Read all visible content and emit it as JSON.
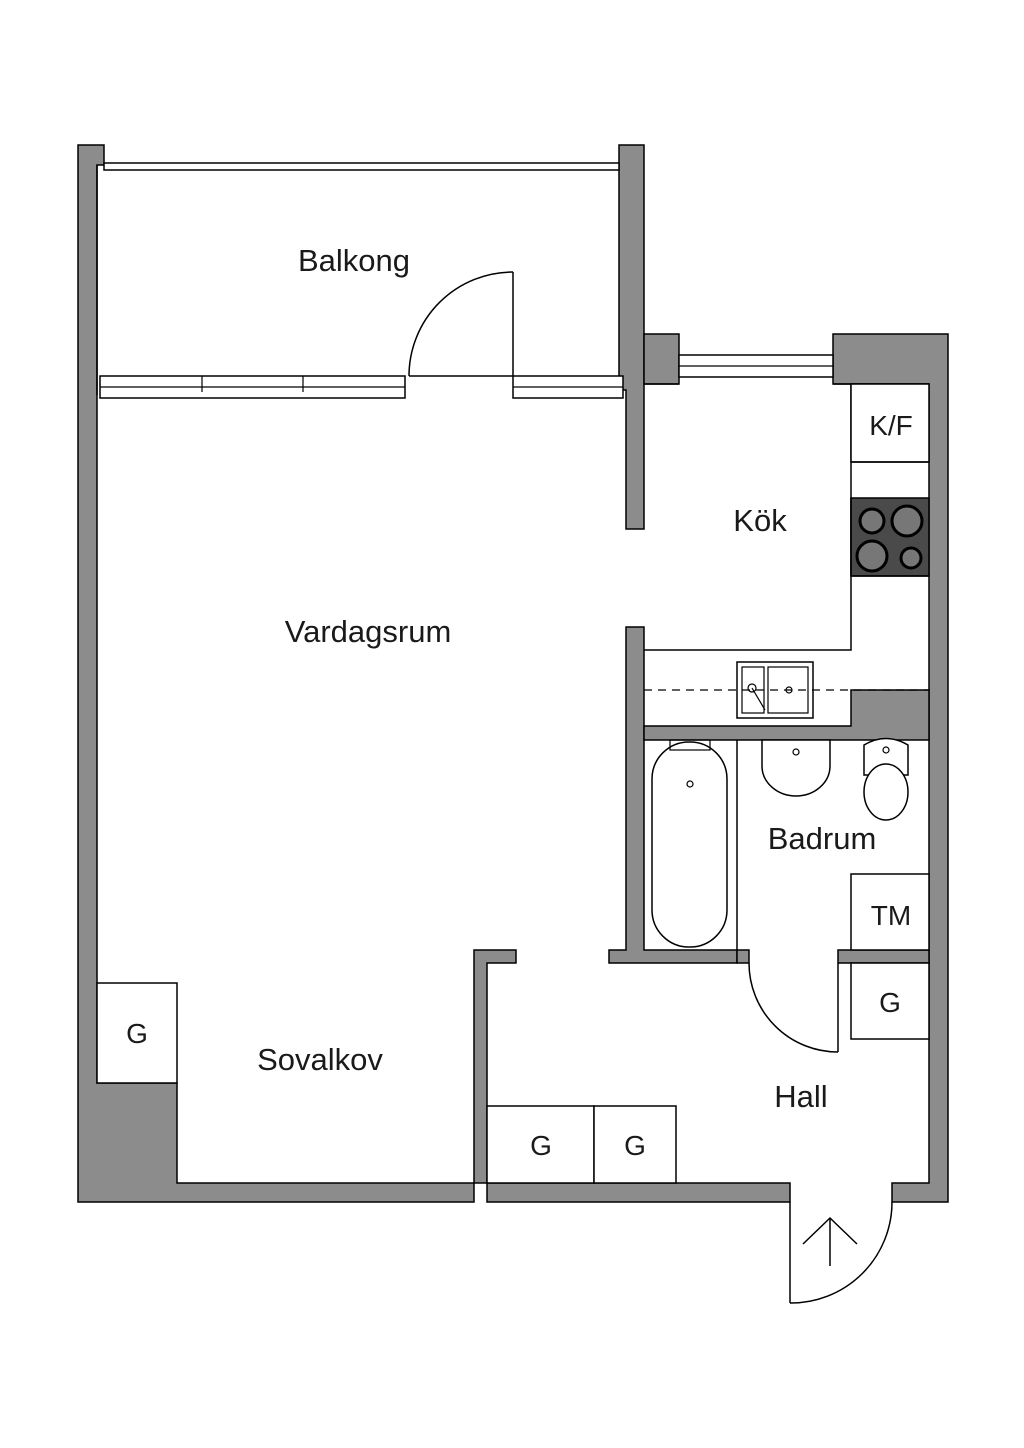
{
  "rooms": {
    "balkong": "Balkong",
    "vardagsrum": "Vardagsrum",
    "kok": "Kök",
    "badrum": "Badrum",
    "sovalkov": "Sovalkov",
    "hall": "Hall"
  },
  "fixtures": {
    "kf": "K/F",
    "tm": "TM",
    "g": "G"
  },
  "colors": {
    "wall": "#8c8c8c",
    "stove": "#4a4a4a"
  }
}
